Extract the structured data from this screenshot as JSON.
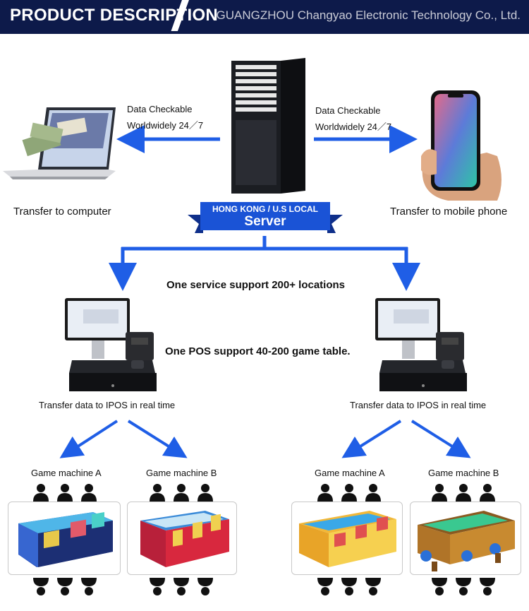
{
  "header": {
    "title": "PRODUCT DESCRIPTION",
    "company": "GUANGZHOU Changyao Electronic Technology Co., Ltd."
  },
  "server": {
    "ribbon_top": "HONG KONG / U.S LOCAL",
    "ribbon_main": "Server"
  },
  "left_target": {
    "data_line1": "Data Checkable",
    "data_line2": "Worldwidely 24／7",
    "caption": "Transfer to computer"
  },
  "right_target": {
    "data_line1": "Data Checkable",
    "data_line2": "Worldwidely 24／7",
    "caption": "Transfer to mobile phone"
  },
  "service_note": "One service support 200+ locations",
  "pos_note": "One POS support 40-200 game table.",
  "pos_left_caption": "Transfer data to IPOS in real time",
  "pos_right_caption": "Transfer data to IPOS in real time",
  "machines": {
    "a_label": "Game machine A",
    "b_label": "Game machine B"
  },
  "colors": {
    "header_bg": "#0d1a4a",
    "accent_blue": "#1f5ee6",
    "ribbon_blue": "#1a53d6"
  }
}
